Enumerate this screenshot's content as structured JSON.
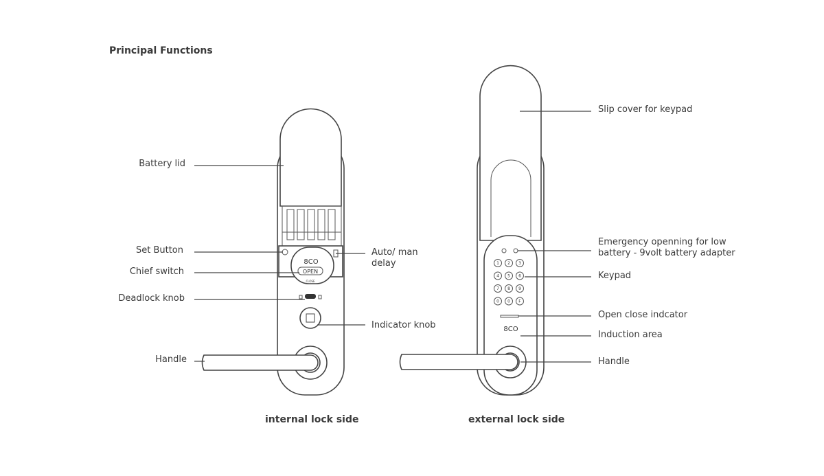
{
  "title": "Principal Functions",
  "internal": {
    "caption": "internal lock side",
    "labels": {
      "battery_lid": "Battery lid",
      "set_button": "Set Button",
      "chief_switch": "Chief switch",
      "deadlock_knob": "Deadlock knob",
      "handle": "Handle",
      "auto_man_delay_1": "Auto/ man",
      "auto_man_delay_2": "delay",
      "indicator_knob": "Indicator knob"
    },
    "device_text": {
      "logo": "8CO",
      "open": "OPEN",
      "close": "CLOSE"
    }
  },
  "external": {
    "caption": "external lock side",
    "labels": {
      "slip_cover": "Slip cover for keypad",
      "emergency_1": "Emergency openning for low",
      "emergency_2": "battery - 9volt battery adapter",
      "keypad": "Keypad",
      "open_close_indicator": "Open close indcator",
      "induction_area": "Induction area",
      "handle": "Handle"
    },
    "device_text": {
      "logo": "8CO",
      "keys": [
        "1",
        "2",
        "3",
        "4",
        "5",
        "6",
        "7",
        "8",
        "9",
        "0",
        "0",
        "F"
      ]
    }
  }
}
